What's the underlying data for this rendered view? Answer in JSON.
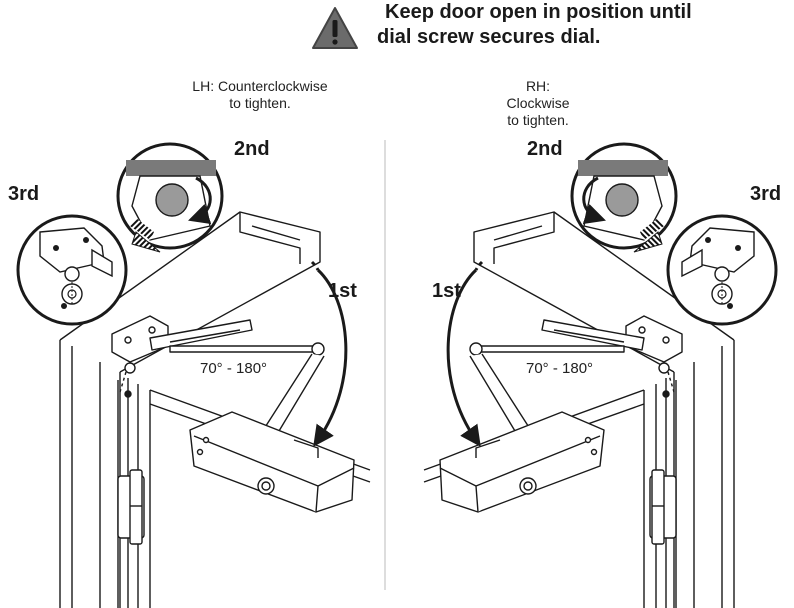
{
  "warning": {
    "icon": "warning-triangle-icon",
    "line1": "Keep door open in position until",
    "line2": "dial screw secures dial."
  },
  "left_panel": {
    "instruction_line1": "LH: Counterclockwise",
    "instruction_line2": "to tighten.",
    "step_first": "1st",
    "step_second": "2nd",
    "step_third": "3rd",
    "angle_range": "70° - 180°"
  },
  "right_panel": {
    "instruction_line1": "RH:",
    "instruction_line2": "Clockwise",
    "instruction_line3": "to tighten.",
    "step_first": "1st",
    "step_second": "2nd",
    "step_third": "3rd",
    "angle_range": "70° - 180°"
  },
  "colors": {
    "ink": "#1a1a1a",
    "warning_fill": "#6b6b6b",
    "vent_dark": "#111111"
  }
}
